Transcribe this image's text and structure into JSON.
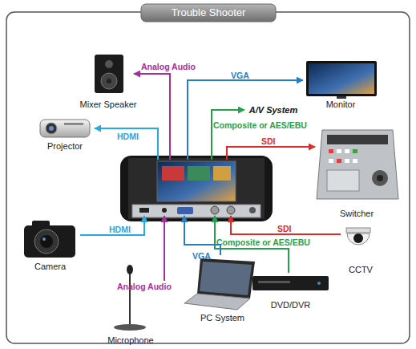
{
  "diagram": {
    "title": "Trouble Shooter",
    "nodes": [
      {
        "text": [
          "Mixer Speaker"
        ]
      },
      {
        "text": [
          "Monitor"
        ]
      },
      {
        "text": [
          "A/V System"
        ]
      },
      {
        "text": [
          "Projector"
        ]
      },
      {
        "text": []
      },
      {
        "text": [
          "Switcher"
        ]
      },
      {
        "text": [
          "Camera"
        ]
      },
      {
        "text": [
          "CCTV"
        ]
      },
      {
        "text": [
          "DVD/DVR"
        ]
      },
      {
        "text": [
          "PC System"
        ]
      },
      {
        "text": [
          "Microphone"
        ]
      }
    ],
    "edges": [
      {
        "from": 4,
        "to": 0,
        "label": "Analog Audio",
        "arrow": "to"
      },
      {
        "from": 4,
        "to": 1,
        "label": "VGA",
        "arrow": "to"
      },
      {
        "from": 4,
        "to": 2,
        "label": "Composite or AES/EBU",
        "arrow": "to"
      },
      {
        "from": 4,
        "to": 3,
        "label": "HDMI",
        "arrow": "to"
      },
      {
        "from": 4,
        "to": 5,
        "label": "SDI",
        "arrow": "to"
      },
      {
        "from": 6,
        "to": 4,
        "label": "HDMI",
        "arrow": "to"
      },
      {
        "from": 7,
        "to": 4,
        "label": "SDI",
        "arrow": "to"
      },
      {
        "from": 8,
        "to": 4,
        "label": "Composite or AES/EBU",
        "arrow": "to"
      },
      {
        "from": 9,
        "to": 4,
        "label": "VGA",
        "arrow": "to"
      },
      {
        "from": 10,
        "to": 4,
        "label": "Analog Audio",
        "arrow": "to"
      }
    ]
  }
}
